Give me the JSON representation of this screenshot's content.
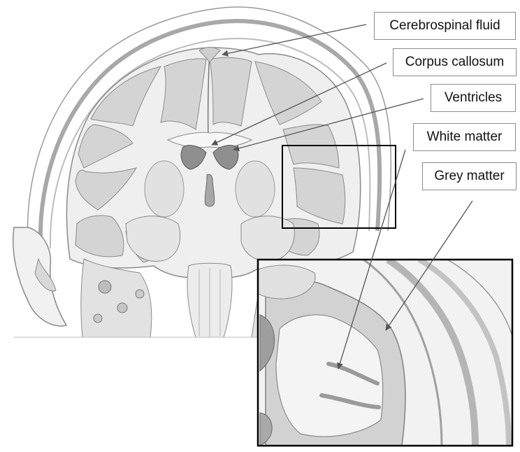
{
  "labels": {
    "csf": "Cerebrospinal fluid",
    "corpus_callosum": "Corpus callosum",
    "ventricles": "Ventricles",
    "white_matter": "White matter",
    "grey_matter": "Grey matter"
  },
  "colors": {
    "background": "#ffffff",
    "tissue_fill": "#f3f3f3",
    "white_matter": "#ebebeb",
    "grey_matter": "#cfcfcf",
    "outline": "#8a8a8a",
    "pointer": "#6a6a6a",
    "frame": "#000000"
  }
}
